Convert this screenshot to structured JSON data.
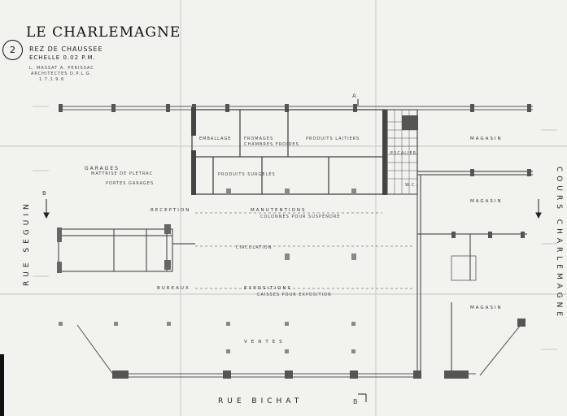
{
  "sheet": {
    "title": "LE CHARLEMAGNE",
    "sheet_number": "2",
    "subtitle_1": "REZ DE CHAUSSEE",
    "subtitle_2": "ECHELLE 0.02 P.M.",
    "architect_1": "L. MASSAT A. PERISSAC",
    "architect_2": "ARCHITECTES D.P.L.G.",
    "date": "1.7.1.9.6"
  },
  "streets": {
    "left": "RUE SEGUIN",
    "right": "COURS CHARLEMAGNE",
    "bottom": "RUE BICHAT"
  },
  "rooms": {
    "garages": "GARAGES",
    "garages_sub": "MATTRISE DE PLETRAC",
    "garages_note": "PORTES GARAGES",
    "emballage": "EMBALLAGE",
    "fromages": "FROMAGES",
    "fromages_sub": "CHAMBRES FROIDES",
    "produits_laitiers": "PRODUITS LAITIERS",
    "produits_surgeles": "PRODUITS SURGELES",
    "magasin_1": "MAGASIN",
    "magasin_2": "MAGASIN",
    "magasin_3": "MAGASIN",
    "reception": "RECEPTION",
    "manutentions": "MANUTENTIONS",
    "manutentions_sub": "COLONNES POUR SUSPENDRE",
    "circulation": "CIRCULATION",
    "bureaux": "BUREAUX",
    "expositions": "EXPOSITIONS",
    "expositions_sub": "CAISSES POUR EXPOSITION",
    "ventes": "VENTES",
    "escalier": "ESCALIER",
    "wc": "W.C."
  },
  "marks": {
    "section_a": "A",
    "section_b": "B",
    "section_b_bottom": "B"
  }
}
